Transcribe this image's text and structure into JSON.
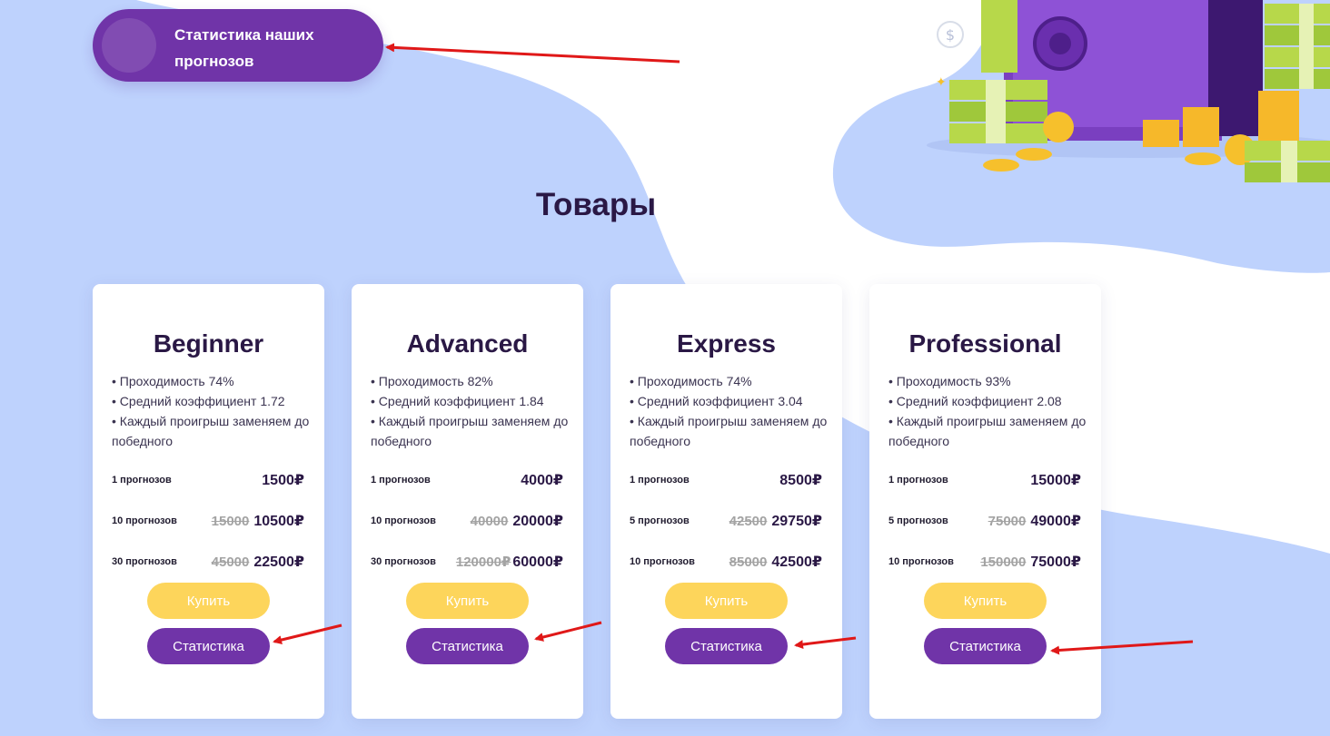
{
  "header": {
    "stats_pill_label": "Статистика наших прогнозов"
  },
  "section": {
    "title": "Товары"
  },
  "colors": {
    "primary_purple": "#7034a8",
    "buy_yellow": "#fdd55b",
    "background_blue": "#bed2fd",
    "title_dark": "#2a1845",
    "annotation_red": "#e01818"
  },
  "icons": [
    "dollar-coin-icon",
    "safe-illustration",
    "annotation-arrow"
  ],
  "cards": [
    {
      "title": "Beginner",
      "features": [
        "• Проходимость 74%",
        "• Средний коэффициент 1.72",
        "• Каждый проигрыш заменяем до победного"
      ],
      "prices": [
        {
          "qty": "1 прогнозов",
          "old": "",
          "new": "1500₽"
        },
        {
          "qty": "10 прогнозов",
          "old": "15000",
          "new": "10500₽"
        },
        {
          "qty": "30 прогнозов",
          "old": "45000",
          "new": "22500₽"
        }
      ],
      "buy_label": "Купить",
      "stats_label": "Статистика"
    },
    {
      "title": "Advanced",
      "features": [
        "• Проходимость 82%",
        "• Средний коэффициент 1.84",
        "• Каждый проигрыш заменяем до победного"
      ],
      "prices": [
        {
          "qty": "1 прогнозов",
          "old": "",
          "new": "4000₽"
        },
        {
          "qty": "10 прогнозов",
          "old": "40000",
          "new": "20000₽"
        },
        {
          "qty": "30 прогнозов",
          "old": "120000₽",
          "new": "60000₽"
        }
      ],
      "buy_label": "Купить",
      "stats_label": "Статистика"
    },
    {
      "title": "Express",
      "features": [
        "• Проходимость 74%",
        "• Средний коэффициент 3.04",
        "• Каждый проигрыш заменяем до победного"
      ],
      "prices": [
        {
          "qty": "1 прогнозов",
          "old": "",
          "new": "8500₽"
        },
        {
          "qty": "5 прогнозов",
          "old": "42500",
          "new": "29750₽"
        },
        {
          "qty": "10 прогнозов",
          "old": "85000",
          "new": "42500₽"
        }
      ],
      "buy_label": "Купить",
      "stats_label": "Статистика"
    },
    {
      "title": "Professional",
      "features": [
        "• Проходимость 93%",
        "• Средний коэффициент 2.08",
        "• Каждый проигрыш заменяем до победного"
      ],
      "prices": [
        {
          "qty": "1 прогнозов",
          "old": "",
          "new": "15000₽"
        },
        {
          "qty": "5 прогнозов",
          "old": "75000",
          "new": "49000₽"
        },
        {
          "qty": "10 прогнозов",
          "old": "150000",
          "new": "75000₽"
        }
      ],
      "buy_label": "Купить",
      "stats_label": "Статистика"
    }
  ]
}
